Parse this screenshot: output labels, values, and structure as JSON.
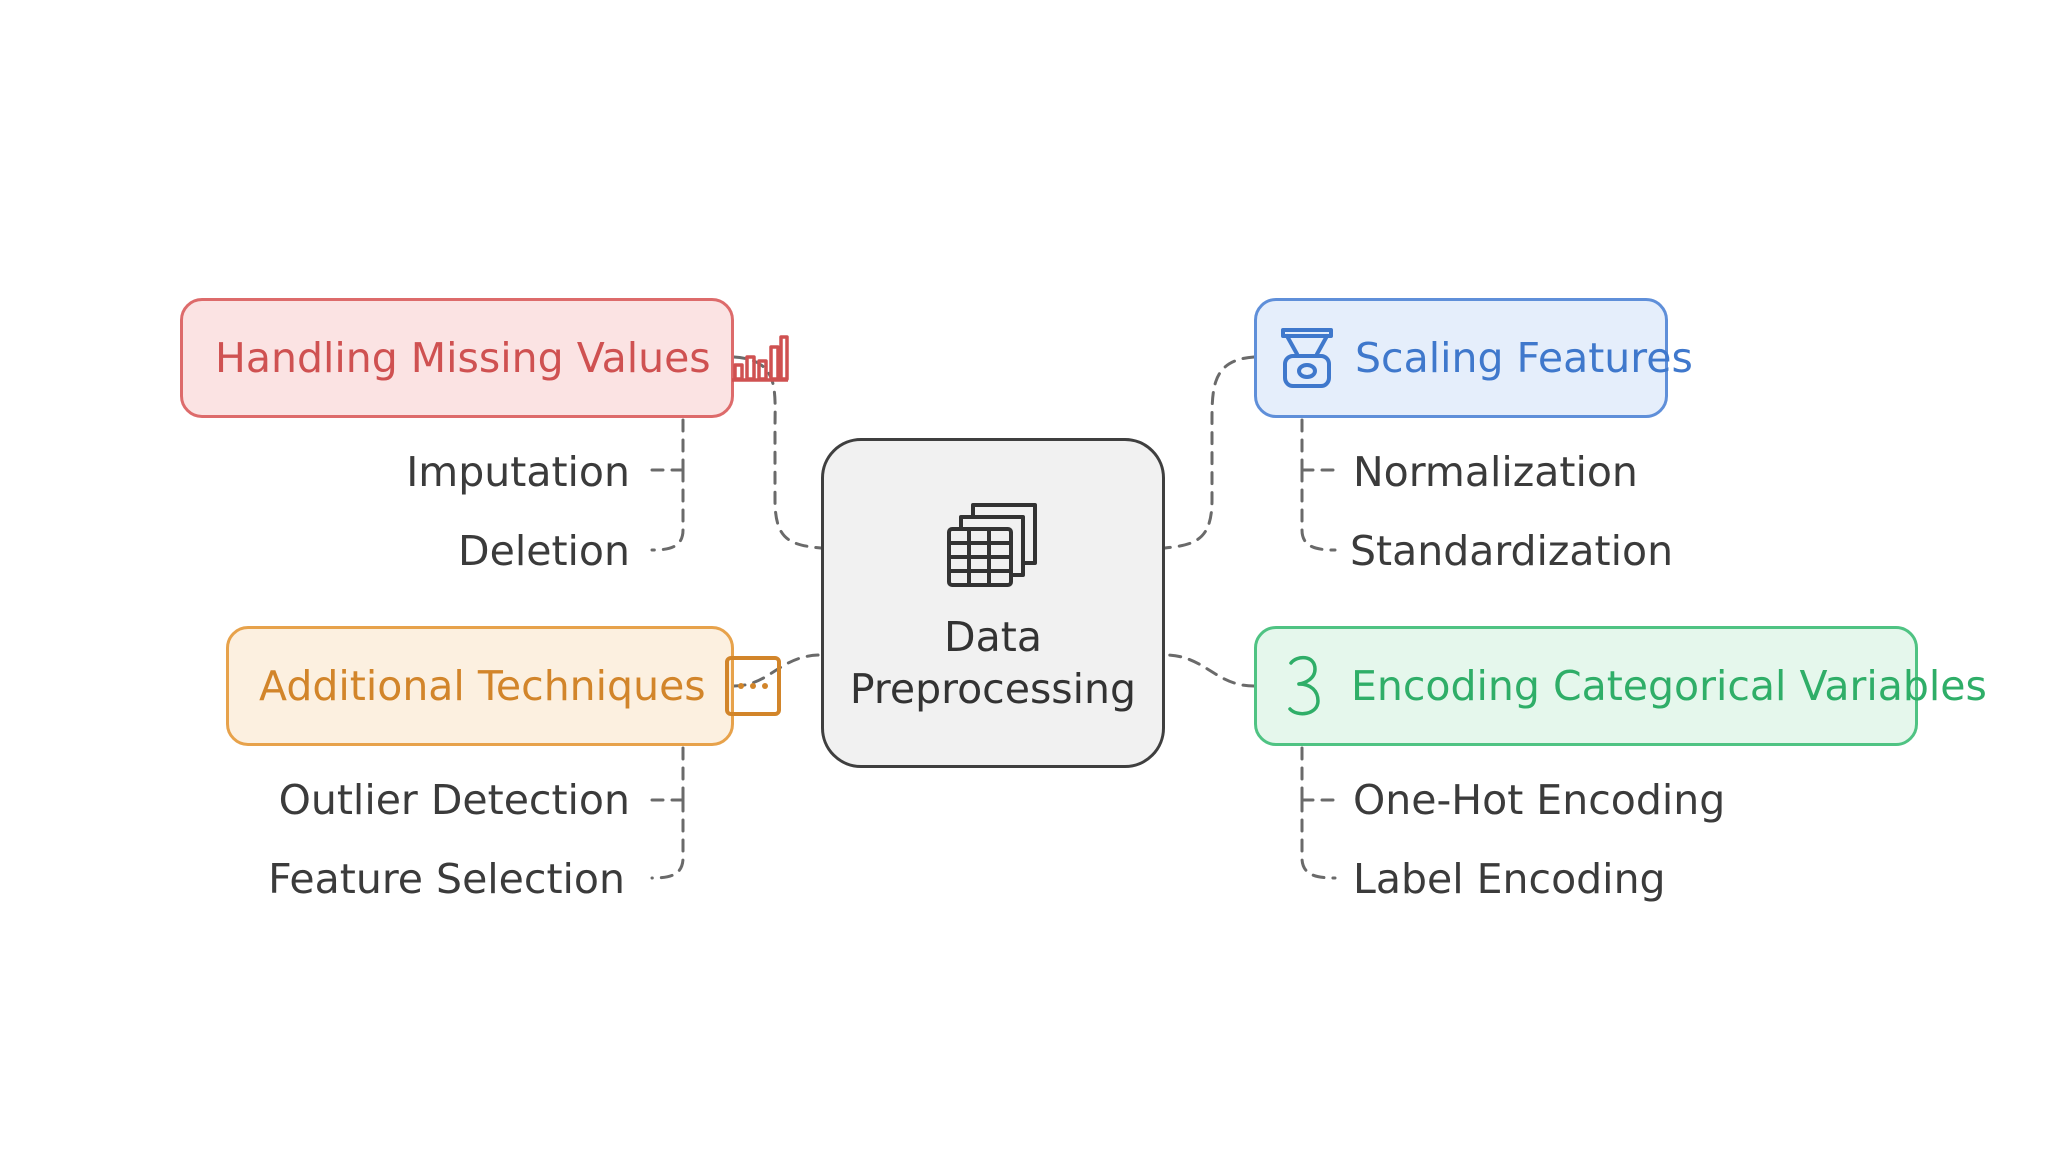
{
  "center": {
    "label_line1": "Data",
    "label_line2": "Preprocessing",
    "icon": "table-stack-icon"
  },
  "branches": {
    "missing": {
      "title": "Handling Missing Values",
      "icon": "bar-chart-icon",
      "color": "#dd6b6b",
      "items": [
        "Imputation",
        "Deletion"
      ]
    },
    "scaling": {
      "title": "Scaling Features",
      "icon": "scale-icon",
      "color": "#5f8fd9",
      "items": [
        "Normalization",
        "Standardization"
      ]
    },
    "additional": {
      "title": "Additional Techniques",
      "icon": "more-dots-icon",
      "color": "#e7a24b",
      "items": [
        "Outlier Detection",
        "Feature Selection"
      ]
    },
    "encoding": {
      "title": "Encoding Categorical Variables",
      "icon": "number-three-icon",
      "color": "#4fc383",
      "items": [
        "One-Hot Encoding",
        "Label Encoding"
      ]
    }
  }
}
